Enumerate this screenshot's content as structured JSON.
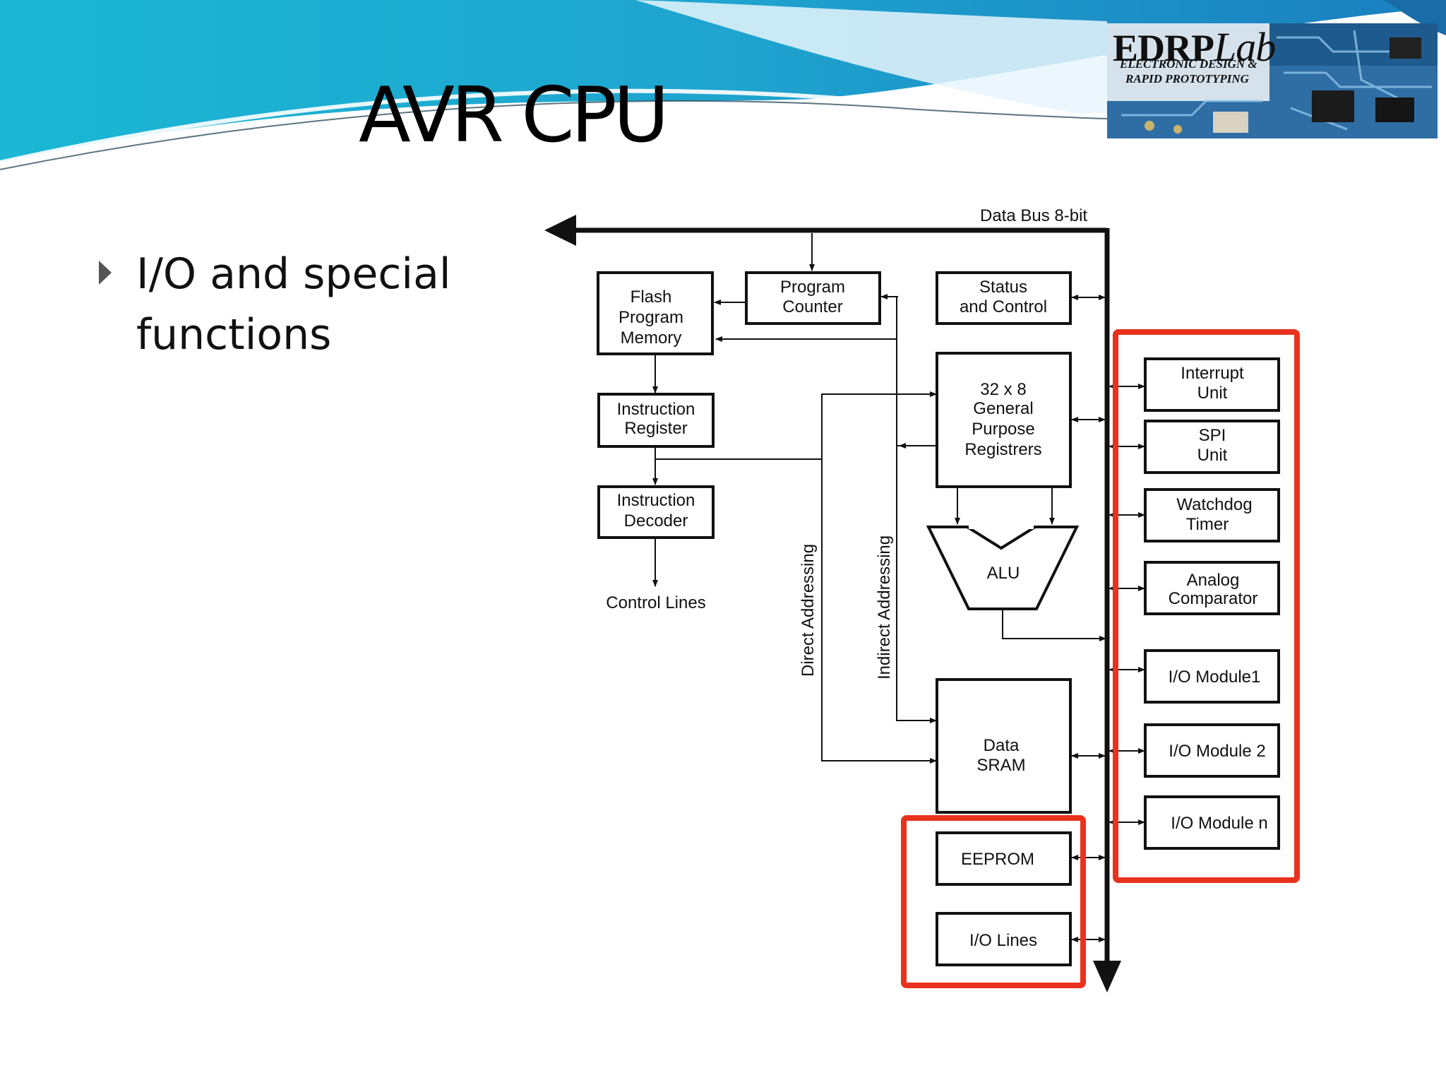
{
  "slide": {
    "title": "AVR CPU",
    "bullet": "I/O and special functions"
  },
  "logo": {
    "brand_main": "EDRP",
    "brand_lab": "Lab",
    "subtitle_line1": "ELECTRONIC DESIGN &",
    "subtitle_line2": "RAPID PROTOTYPING"
  },
  "diagram": {
    "data_bus": "Data Bus 8-bit",
    "flash": [
      "Flash",
      "Program",
      "Memory"
    ],
    "program_counter": [
      "Program",
      "Counter"
    ],
    "status_control": [
      "Status",
      "and Control"
    ],
    "instruction_register": [
      "Instruction",
      "Register"
    ],
    "gp_registers": [
      "32 x 8",
      "General",
      "Purpose",
      "Registrers"
    ],
    "instruction_decoder": [
      "Instruction",
      "Decoder"
    ],
    "control_lines": "Control Lines",
    "direct_addressing": "Direct Addressing",
    "indirect_addressing": "Indirect Addressing",
    "alu": "ALU",
    "data_sram": [
      "Data",
      "SRAM"
    ],
    "eeprom": "EEPROM",
    "io_lines": "I/O Lines",
    "interrupt_unit": [
      "Interrupt",
      "Unit"
    ],
    "spi_unit": [
      "SPI",
      "Unit"
    ],
    "watchdog_timer": [
      "Watchdog",
      "Timer"
    ],
    "analog_comparator": [
      "Analog",
      "Comparator"
    ],
    "io_module1": "I/O Module1",
    "io_module2": "I/O Module 2",
    "io_module_n": "I/O Module n"
  },
  "colors": {
    "highlight": "#e8321e",
    "header_teal": "#1aa8c8",
    "header_light": "#bfe7f2"
  }
}
